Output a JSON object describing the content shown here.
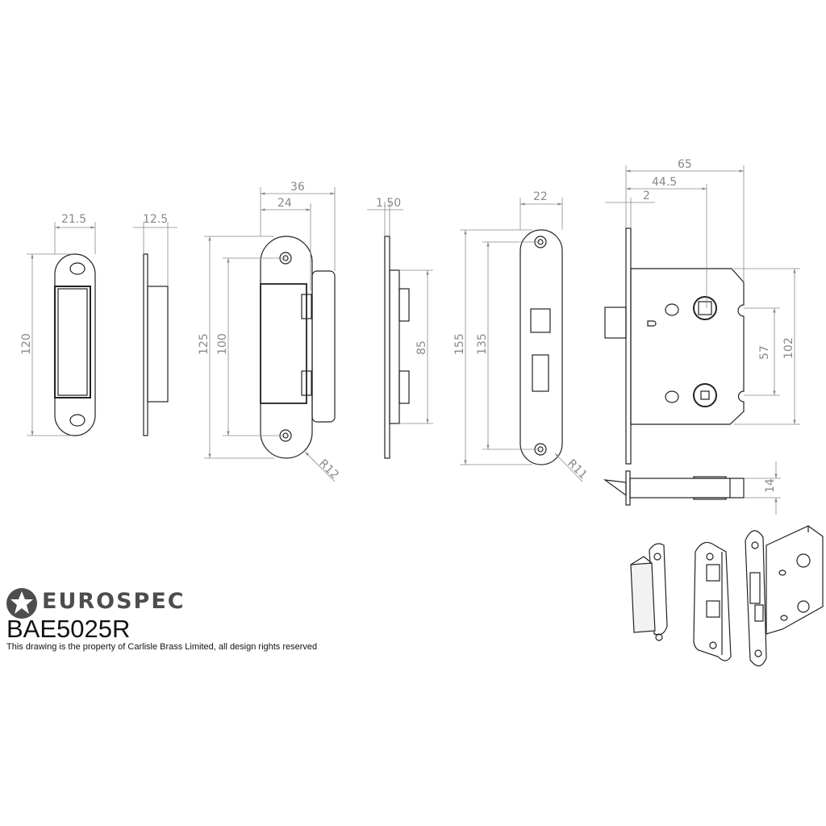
{
  "brand": {
    "name": "EUROSPEC",
    "logo_icon": "star-circle-icon"
  },
  "product_code": "BAE5025R",
  "disclaimer": "This drawing is the property of Carlisle Brass Limited, all design rights reserved",
  "dimensions": {
    "strike_width": "21.5",
    "strike_depth": "12.5",
    "strike_height": "120",
    "latch_width_total": "36",
    "latch_plate_width": "24",
    "latch_plate_height": "125",
    "latch_hole_centres": "100",
    "latch_radius": "R12",
    "latch_plate_thickness": "1.50",
    "latch_body_height": "85",
    "keep_width": "22",
    "keep_height": "155",
    "keep_hole_centres": "135",
    "keep_radius": "R11",
    "case_depth": "65",
    "backset": "44.5",
    "forend_thickness": "2",
    "spindle_centres": "57",
    "case_height": "102",
    "case_thickness": "14"
  }
}
